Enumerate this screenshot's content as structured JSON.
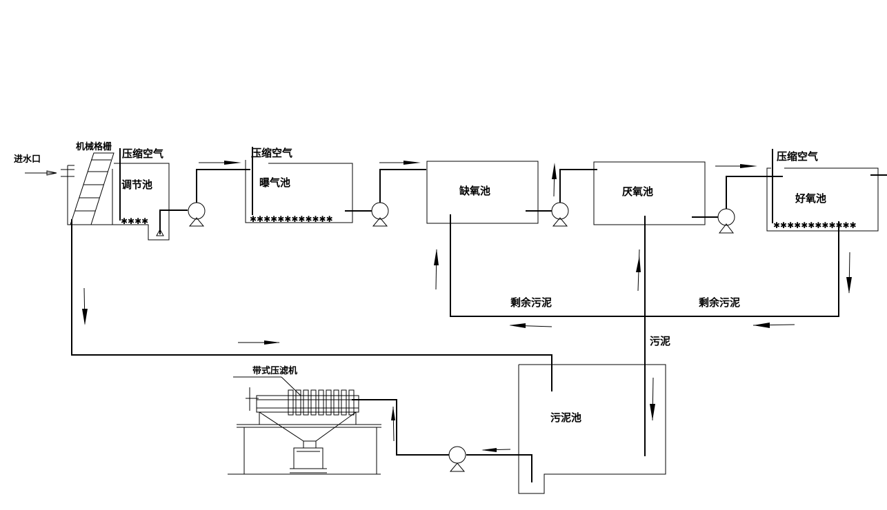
{
  "labels": {
    "inlet": "进水口",
    "screen": "机械格栅",
    "equalization_tank": "调节池",
    "compressed_air_1": "压缩空气",
    "compressed_air_2": "压缩空气",
    "compressed_air_3": "压缩空气",
    "aeration_tank": "曝气池",
    "anoxic_tank": "缺氧池",
    "anaerobic_tank": "厌氧池",
    "aerobic_tank": "好氧池",
    "excess_sludge_1": "剩余污泥",
    "excess_sludge_2": "剩余污泥",
    "sludge": "污泥",
    "sludge_tank": "污泥池",
    "belt_filter_press": "带式压滤机"
  },
  "colors": {
    "line": "#000000",
    "background": "#ffffff"
  }
}
